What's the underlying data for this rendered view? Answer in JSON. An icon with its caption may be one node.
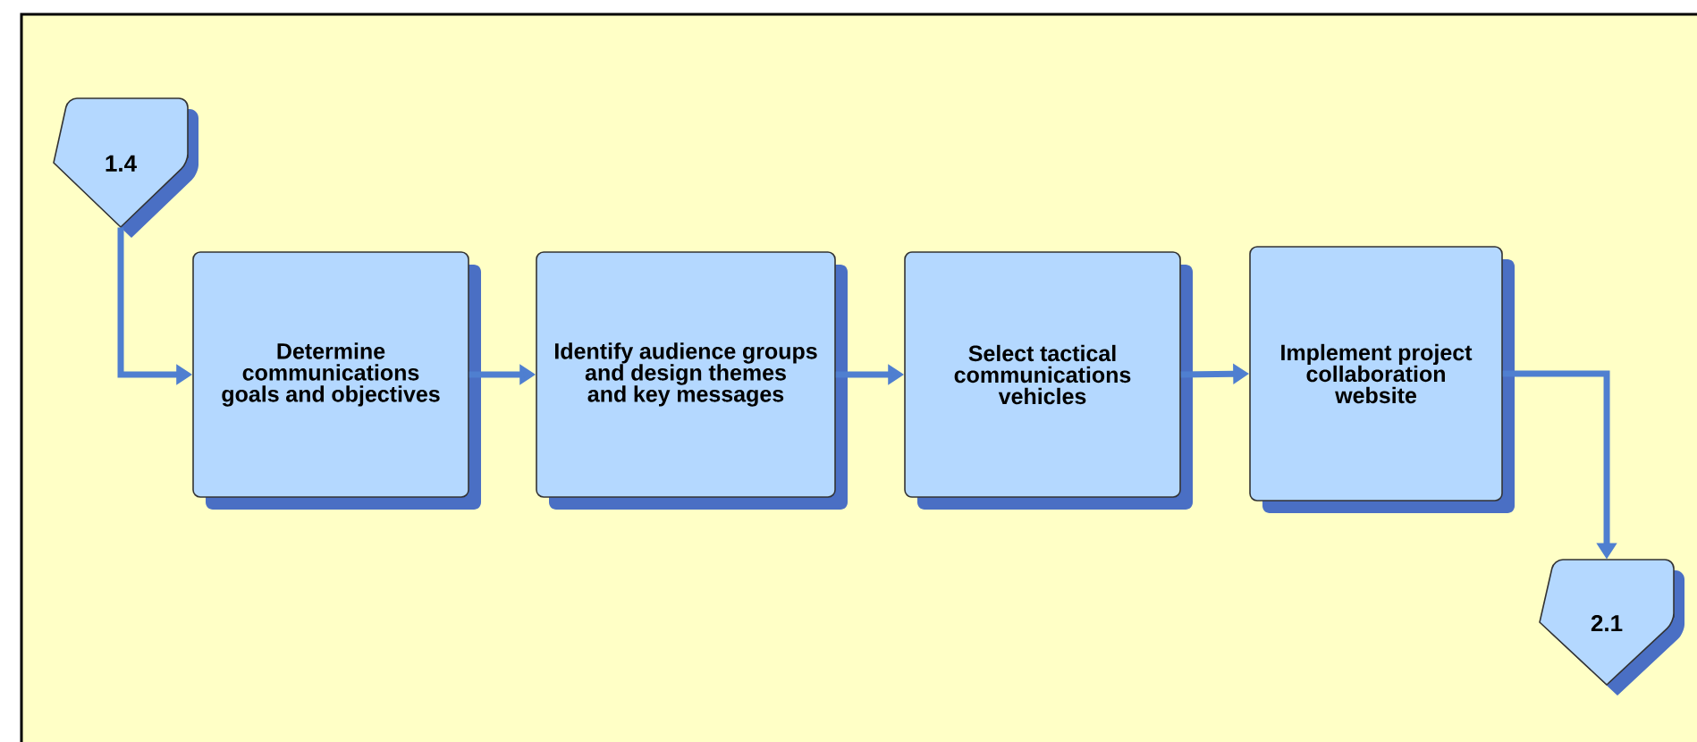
{
  "diagram": {
    "nodes": [
      {
        "text": [
          "1.4"
        ]
      },
      {
        "text": [
          "Determine communications goals and objectives"
        ]
      },
      {
        "text": [
          "Identify audience groups and design themes and key messages"
        ]
      },
      {
        "text": [
          "Select tactical communications vehicles"
        ]
      },
      {
        "text": [
          "Implement project collaboration website"
        ]
      },
      {
        "text": [
          "2.1"
        ]
      }
    ],
    "edges": [
      {
        "from": 0,
        "to": 1,
        "arrow": "to"
      },
      {
        "from": 1,
        "to": 2,
        "arrow": "to"
      },
      {
        "from": 2,
        "to": 3,
        "arrow": "to"
      },
      {
        "from": 3,
        "to": 4,
        "arrow": "to"
      },
      {
        "from": 4,
        "to": 5,
        "arrow": "to"
      }
    ]
  }
}
